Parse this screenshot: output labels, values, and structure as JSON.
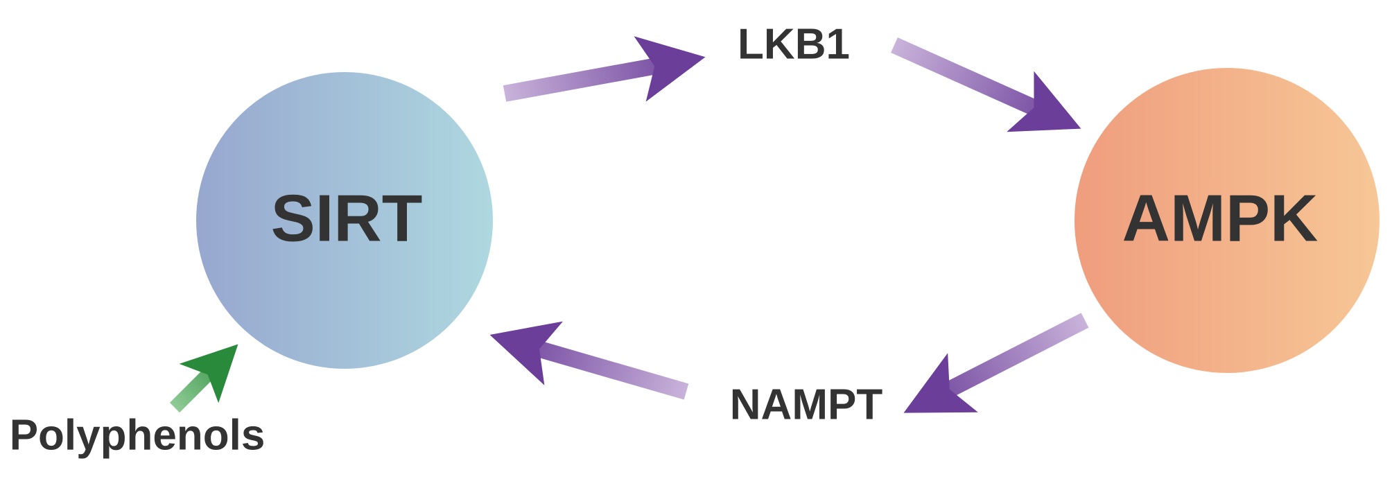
{
  "nodes": {
    "sirt": {
      "label": "SIRT"
    },
    "ampk": {
      "label": "AMPK"
    },
    "lkb1": {
      "label": "LKB1"
    },
    "nampt": {
      "label": "NAMPT"
    },
    "polyphenols": {
      "label": "Polyphenols"
    }
  },
  "colors": {
    "sirt_left": "#97a7cf",
    "sirt_right": "#aed8e0",
    "ampk_left": "#ef9d7e",
    "ampk_right": "#f7c796",
    "arrow_dark": "#6b3e9a",
    "arrow_light": "#c9b3da",
    "polyphenol_dark": "#2a8a3c",
    "polyphenol_light": "#8fcb95",
    "text": "#333333"
  }
}
